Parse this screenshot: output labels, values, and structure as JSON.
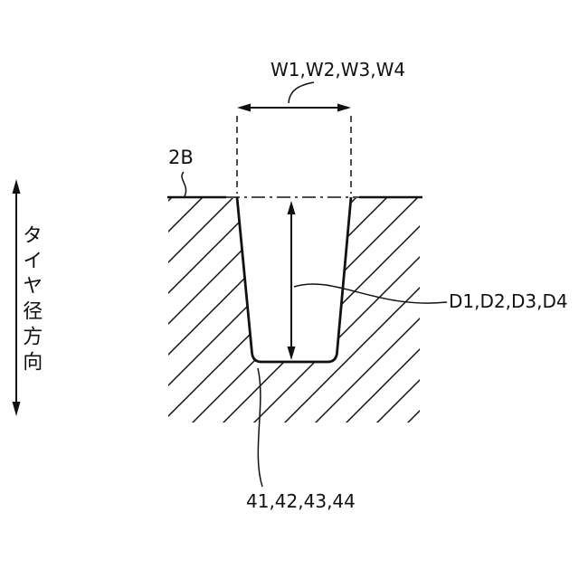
{
  "diagram": {
    "axis_label": "タイヤ径方向",
    "surface_label": "2B",
    "width_label": "W1,W2,W3,W4",
    "depth_label": "D1,D2,D3,D4",
    "groove_label": "41,42,43,44"
  },
  "colors": {
    "line": "#111111",
    "background": "#ffffff"
  }
}
